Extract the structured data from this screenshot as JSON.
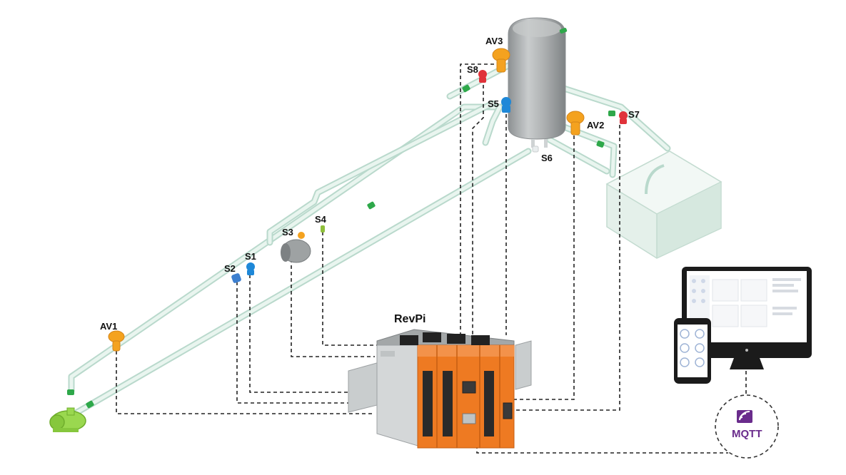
{
  "diagram": {
    "controller_label": "RevPi",
    "actuators": [
      {
        "id": "av1",
        "label": "AV1"
      },
      {
        "id": "av2",
        "label": "AV2"
      },
      {
        "id": "av3",
        "label": "AV3"
      }
    ],
    "sensors": [
      {
        "id": "s1",
        "label": "S1"
      },
      {
        "id": "s2",
        "label": "S2"
      },
      {
        "id": "s3",
        "label": "S3"
      },
      {
        "id": "s4",
        "label": "S4"
      },
      {
        "id": "s5",
        "label": "S5"
      },
      {
        "id": "s6",
        "label": "S6"
      },
      {
        "id": "s7",
        "label": "S7"
      },
      {
        "id": "s8",
        "label": "S8"
      }
    ],
    "protocol": {
      "label": "MQTT"
    },
    "colors": {
      "pipe": "#b9d9cc",
      "tank": "#a9adae",
      "valve_orange": "#f4a21f",
      "sensor_blue": "#1e88d8",
      "sensor_red": "#e0323a",
      "fitting_green": "#2ea84a",
      "pump_green": "#9ad84f",
      "controller_orange": "#ee7a22",
      "mqtt_purple": "#6a2c8c"
    }
  }
}
